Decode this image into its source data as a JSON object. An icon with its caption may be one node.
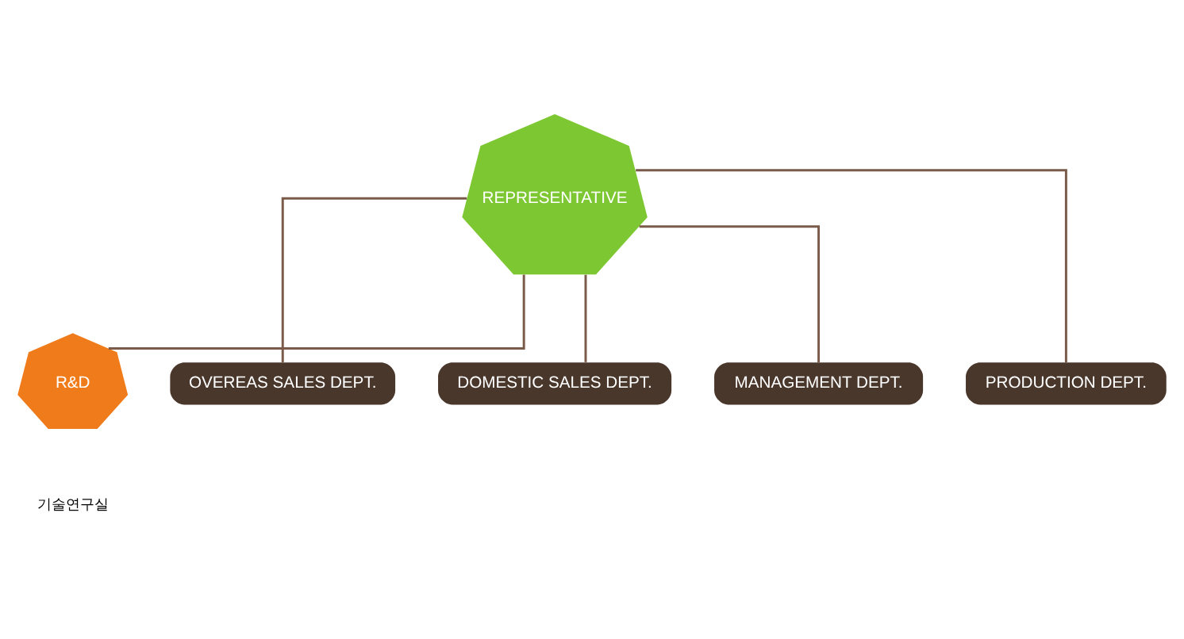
{
  "diagram": {
    "nodes": [
      {
        "text": [
          "REPRESENTATIVE"
        ]
      },
      {
        "text": [
          "R&D"
        ]
      },
      {
        "text": [
          "OVEREAS SALES DEPT."
        ]
      },
      {
        "text": [
          "DOMESTIC SALES DEPT."
        ]
      },
      {
        "text": [
          "MANAGEMENT DEPT."
        ]
      },
      {
        "text": [
          "PRODUCTION DEPT."
        ]
      }
    ],
    "edges": [
      {
        "from": 0,
        "to": 1,
        "arrow": "none"
      },
      {
        "from": 0,
        "to": 2,
        "arrow": "none"
      },
      {
        "from": 0,
        "to": 3,
        "arrow": "none"
      },
      {
        "from": 0,
        "to": 4,
        "arrow": "none"
      },
      {
        "from": 0,
        "to": 5,
        "arrow": "none"
      }
    ],
    "labels": [
      "기술연구실"
    ]
  }
}
